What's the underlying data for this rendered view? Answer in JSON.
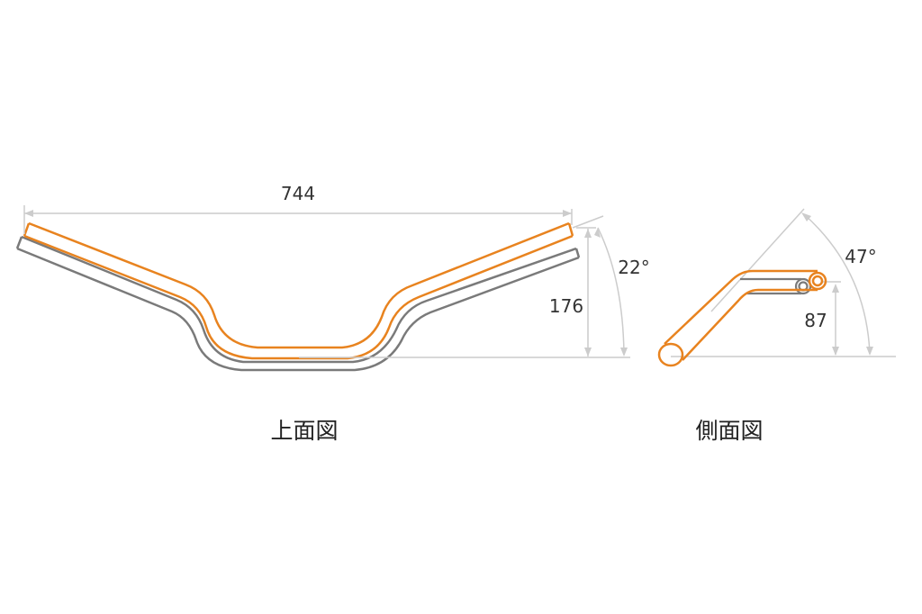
{
  "top_view": {
    "caption": "上面図",
    "width_label": "744",
    "height_label": "176",
    "angle_label": "22°"
  },
  "side_view": {
    "caption": "側面図",
    "height_label": "87",
    "angle_label": "47°"
  },
  "colors": {
    "bar_primary": "#e8831f",
    "bar_secondary": "#7a7a7a",
    "dimension_line": "#cccccc",
    "background": "#ffffff"
  }
}
